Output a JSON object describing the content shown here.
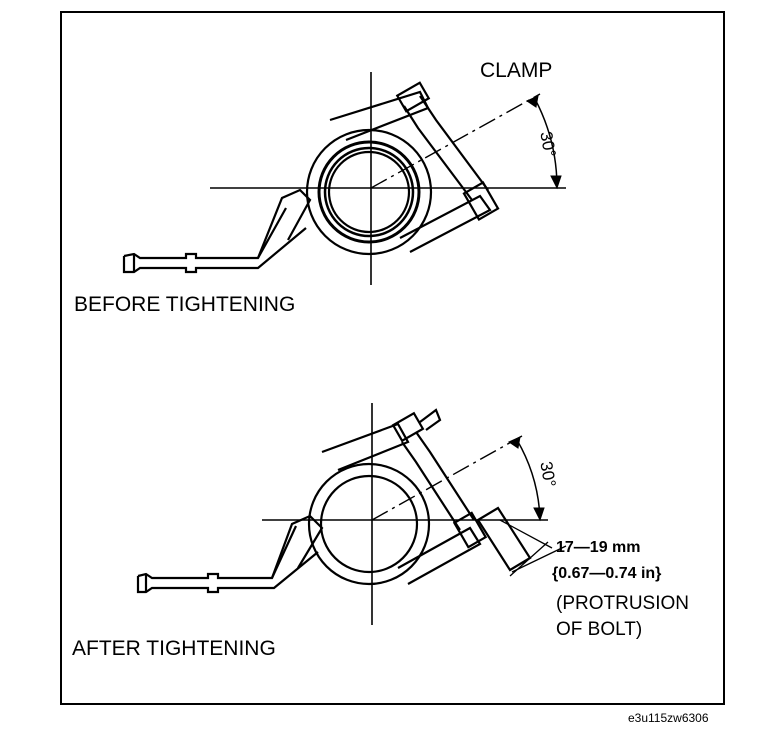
{
  "labels": {
    "clamp": "CLAMP",
    "before": "BEFORE TIGHTENING",
    "after": "AFTER TIGHTENING",
    "angle_top": "30°",
    "angle_bottom": "30°",
    "dim_mm": "17—19 mm",
    "dim_in": "{0.67—0.74 in}",
    "protrusion_1": "(PROTRUSION",
    "protrusion_2": "OF BOLT)",
    "figure_id": "e3u115zw6306"
  }
}
